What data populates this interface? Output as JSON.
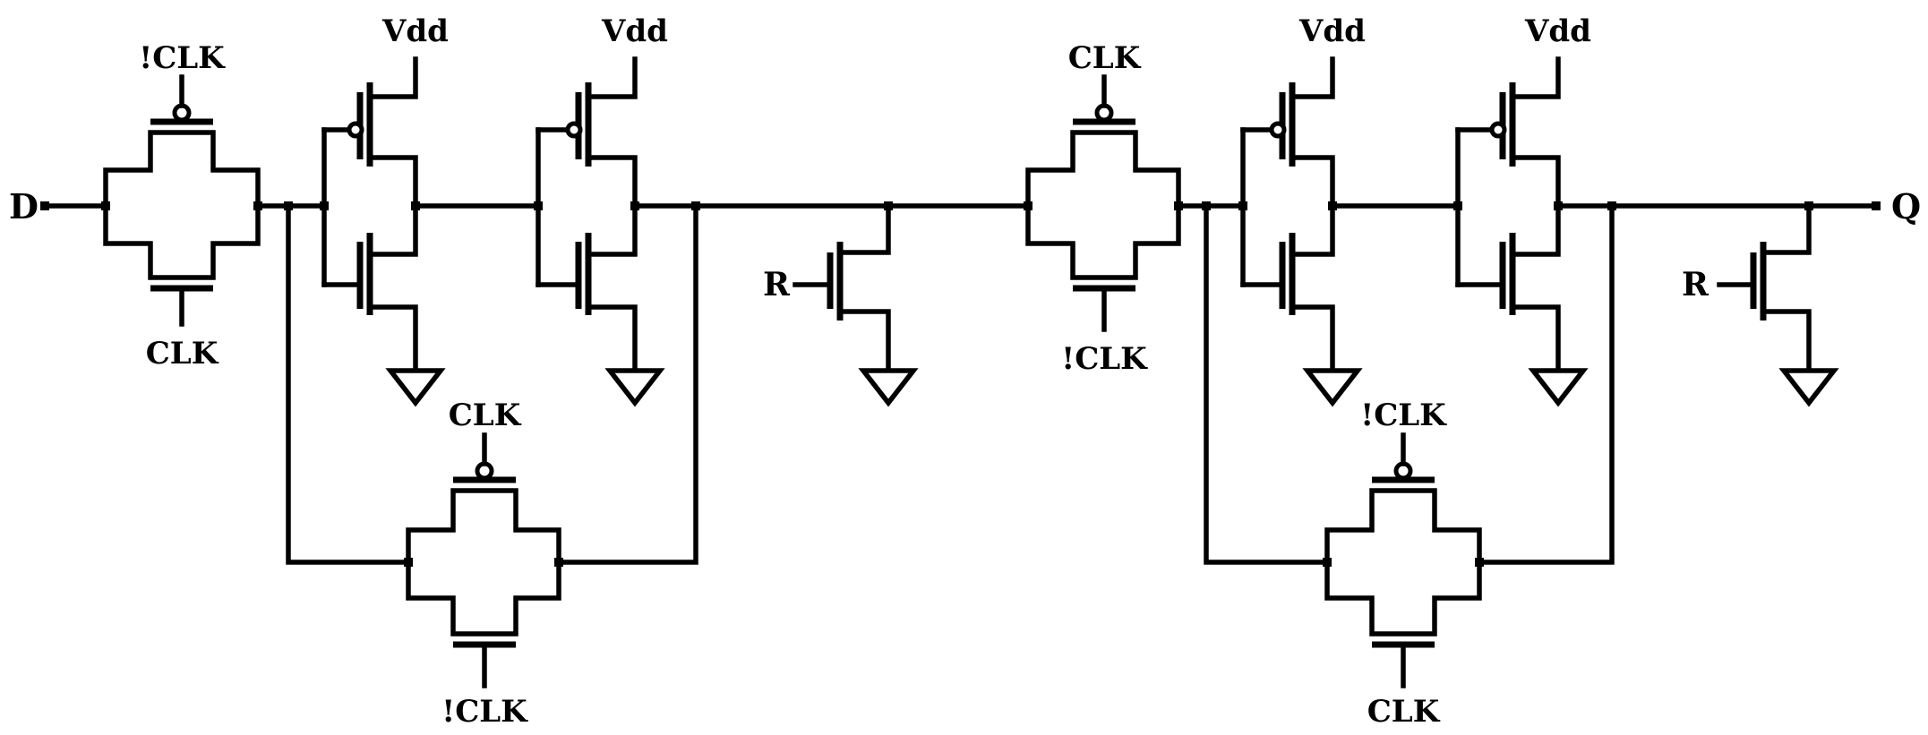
{
  "labels": {
    "input": "D",
    "output": "Q",
    "reset_1": "R",
    "reset_2": "R",
    "tg1_top": "!CLK",
    "tg1_bottom": "CLK",
    "tg2_top": "CLK",
    "tg2_bottom": "!CLK",
    "tg3_top": "CLK",
    "tg3_bottom": "!CLK",
    "tg4_top": "!CLK",
    "tg4_bottom": "CLK",
    "vdd_1": "Vdd",
    "vdd_2": "Vdd",
    "vdd_3": "Vdd",
    "vdd_4": "Vdd"
  },
  "colors": {
    "stroke": "#000000",
    "background": "#ffffff"
  }
}
